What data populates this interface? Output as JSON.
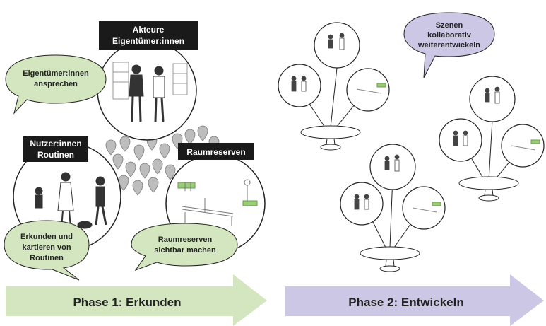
{
  "phase1": {
    "arrow_label": "Phase 1: Erkunden",
    "arrow_color": "#d3e6bf",
    "tag_akteure_line1": "Akteure",
    "tag_akteure_line2": "Eigentümer:innen",
    "tag_nutzer_line1": "Nutzer:innen",
    "tag_nutzer_line2": "Routinen",
    "tag_raum": "Raumreserven",
    "bubble_eigentuemer_line1": "Eigentümer:innen",
    "bubble_eigentuemer_line2": "ansprechen",
    "bubble_erkunden_line1": "Erkunden und",
    "bubble_erkunden_line2": "kartieren von",
    "bubble_erkunden_line3": "Routinen",
    "bubble_raum_line1": "Raumreserven",
    "bubble_raum_line2": "sichtbar machen",
    "bubble_color": "#d3e6bf"
  },
  "phase2": {
    "arrow_label": "Phase 2: Entwickeln",
    "arrow_color": "#cdc7e6",
    "bubble_line1": "Szenen",
    "bubble_line2": "kollaborativ",
    "bubble_line3": "weiterentwickeln",
    "bubble_color": "#cdc7e6"
  },
  "colors": {
    "tag_bg": "#1a1a1a",
    "tag_text": "#ffffff",
    "text": "#222222"
  }
}
